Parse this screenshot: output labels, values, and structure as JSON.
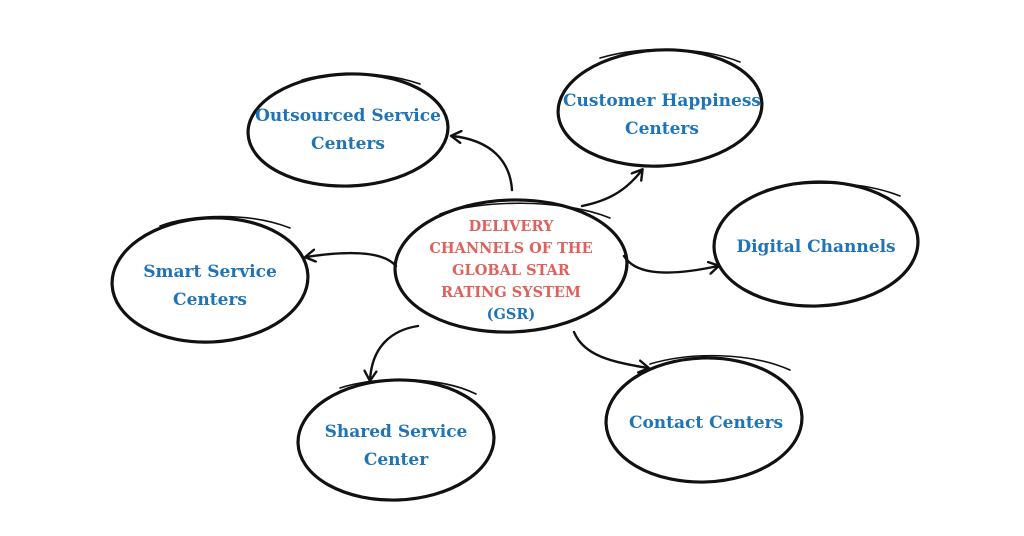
{
  "colors": {
    "node_text": "#1f73b7",
    "center_text": "#e0605b",
    "outline": "#111111",
    "background": "#ffffff"
  },
  "center": {
    "lines": [
      "DELIVERY",
      "CHANNELS OF THE",
      "GLOBAL STAR",
      "RATING SYSTEM"
    ],
    "last_line": "(GSR)"
  },
  "nodes": {
    "outsourced": {
      "line1": "Outsourced Service",
      "line2": "Centers"
    },
    "customer_happiness": {
      "line1": "Customer Happiness",
      "line2": "Centers"
    },
    "digital": {
      "line1": "Digital Channels"
    },
    "smart": {
      "line1": "Smart Service",
      "line2": "Centers"
    },
    "shared": {
      "line1": "Shared Service",
      "line2": "Center"
    },
    "contact": {
      "line1": "Contact Centers"
    }
  }
}
